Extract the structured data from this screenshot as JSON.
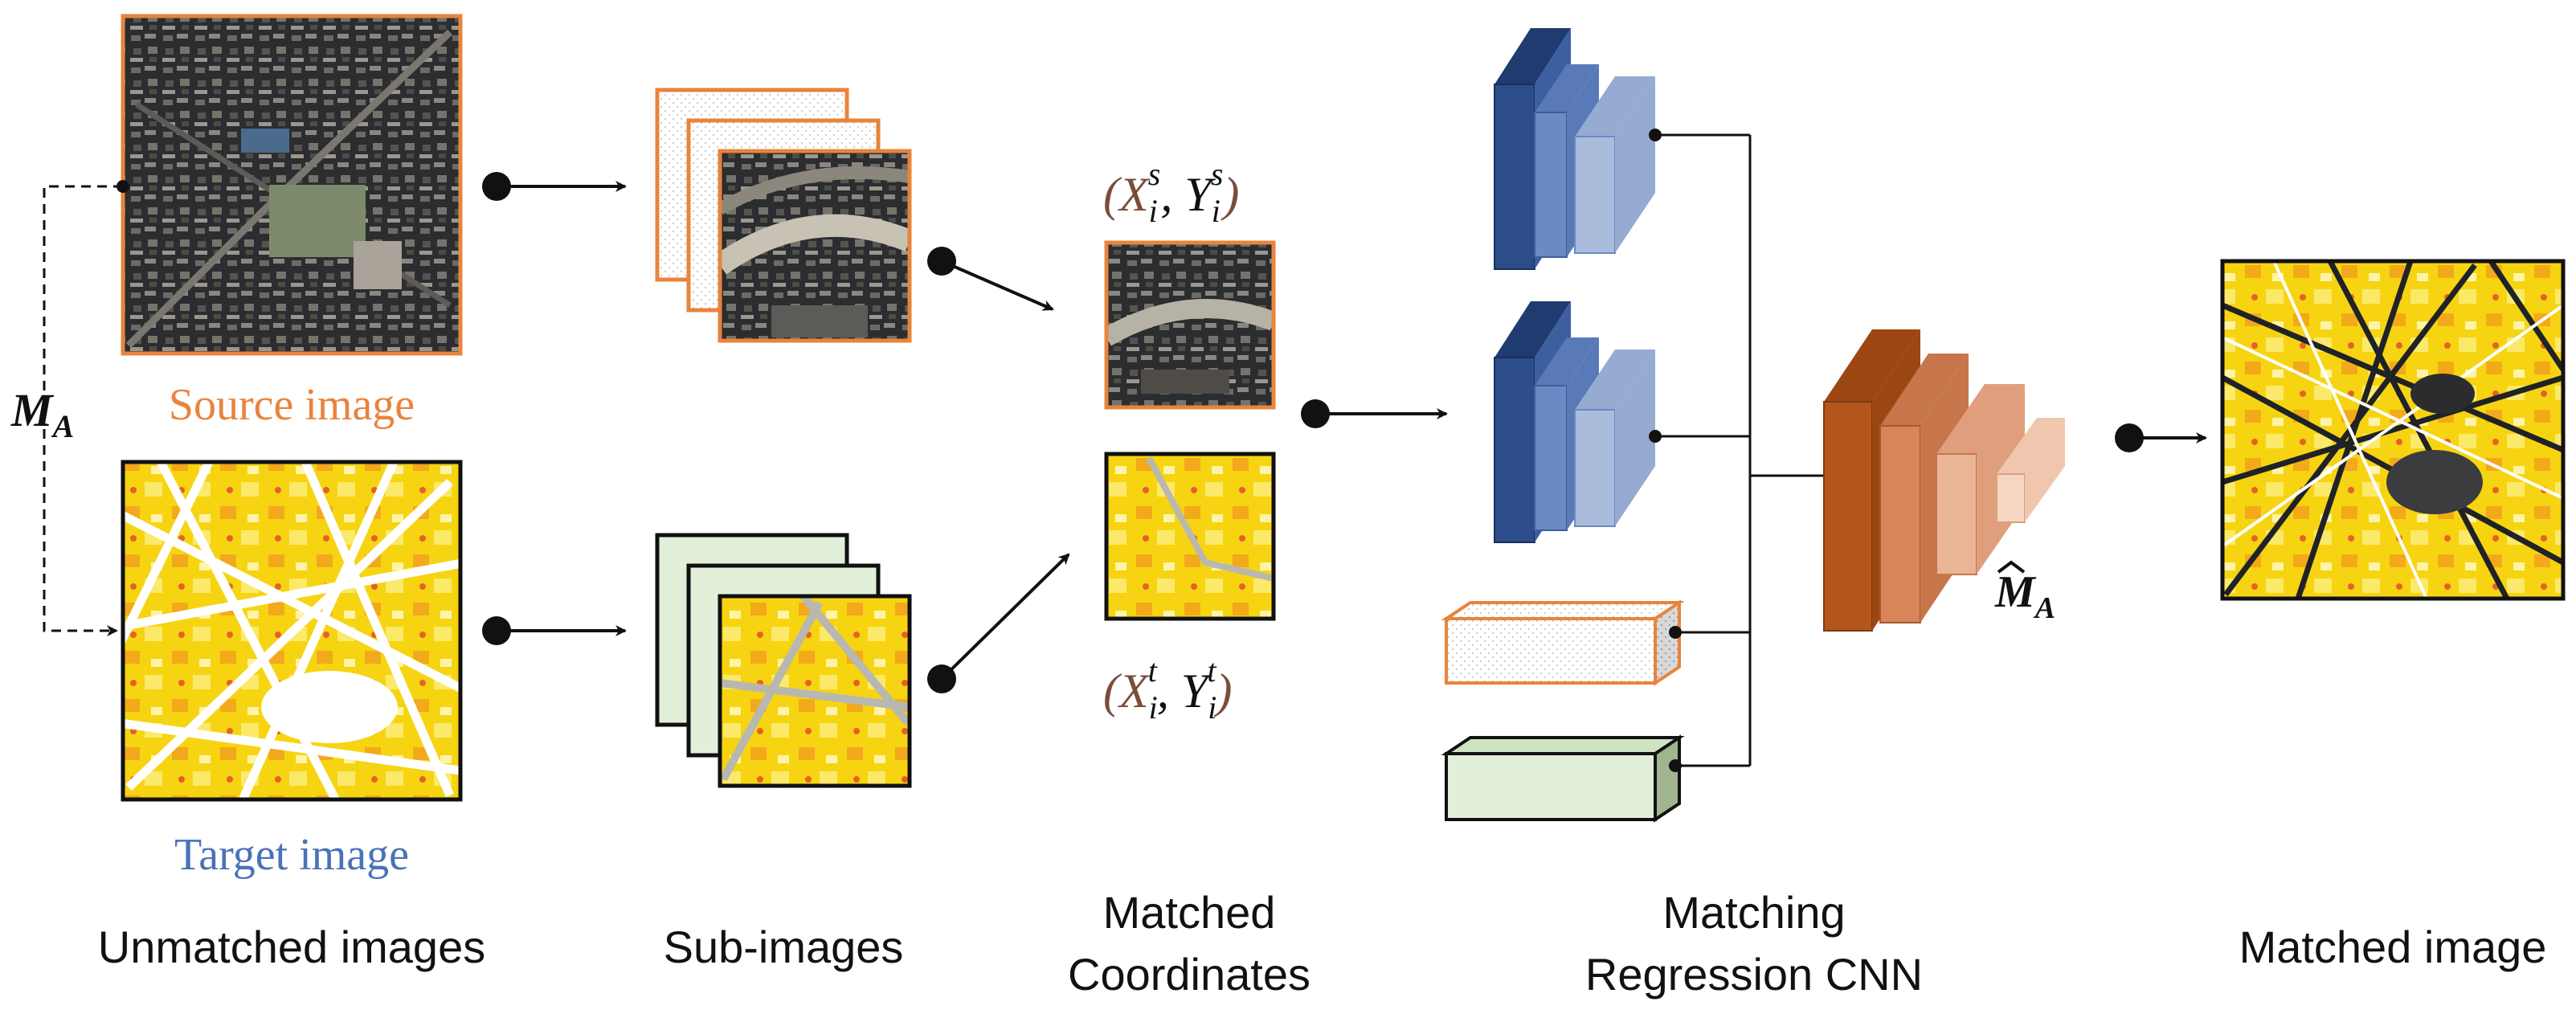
{
  "labels": {
    "source_image": "Source image",
    "target_image": "Target image",
    "ma": "M",
    "ma_sub": "A",
    "ma_hat": "M",
    "ma_hat_sub": "A",
    "coord_source": "(X",
    "coord_source_sub": "i",
    "coord_source_sup": "s",
    "coord_source_mid": ", Y",
    "coord_source_sub2": "i",
    "coord_source_sup2": "s",
    "coord_source_close": ")",
    "coord_target": "(X",
    "coord_target_sub": "i",
    "coord_target_sup": "t",
    "coord_target_mid": ", Y",
    "coord_target_sub2": "i",
    "coord_target_sup2": "t",
    "coord_target_close": ")"
  },
  "captions": {
    "unmatched": "Unmatched images",
    "subimages": "Sub-images",
    "matched_coords_1": "Matched",
    "matched_coords_2": "Coordinates",
    "cnn_1": "Matching",
    "cnn_2": "Regression CNN",
    "matched_image": "Matched image"
  },
  "colors": {
    "orange": "#e8843c",
    "blue_label": "#4a72b8",
    "blue_dark": "#2c4d8a",
    "blue_mid": "#6a8ac4",
    "blue_light": "#a9bcdc",
    "brown_dark": "#b4561c",
    "brown_mid": "#d8855a",
    "brown_light": "#eab497",
    "brown_pale": "#f5d6c3",
    "green_light": "#e2efd9",
    "satellite_dark": "#2a2c2e",
    "yellow_map": "#f5d80f"
  }
}
